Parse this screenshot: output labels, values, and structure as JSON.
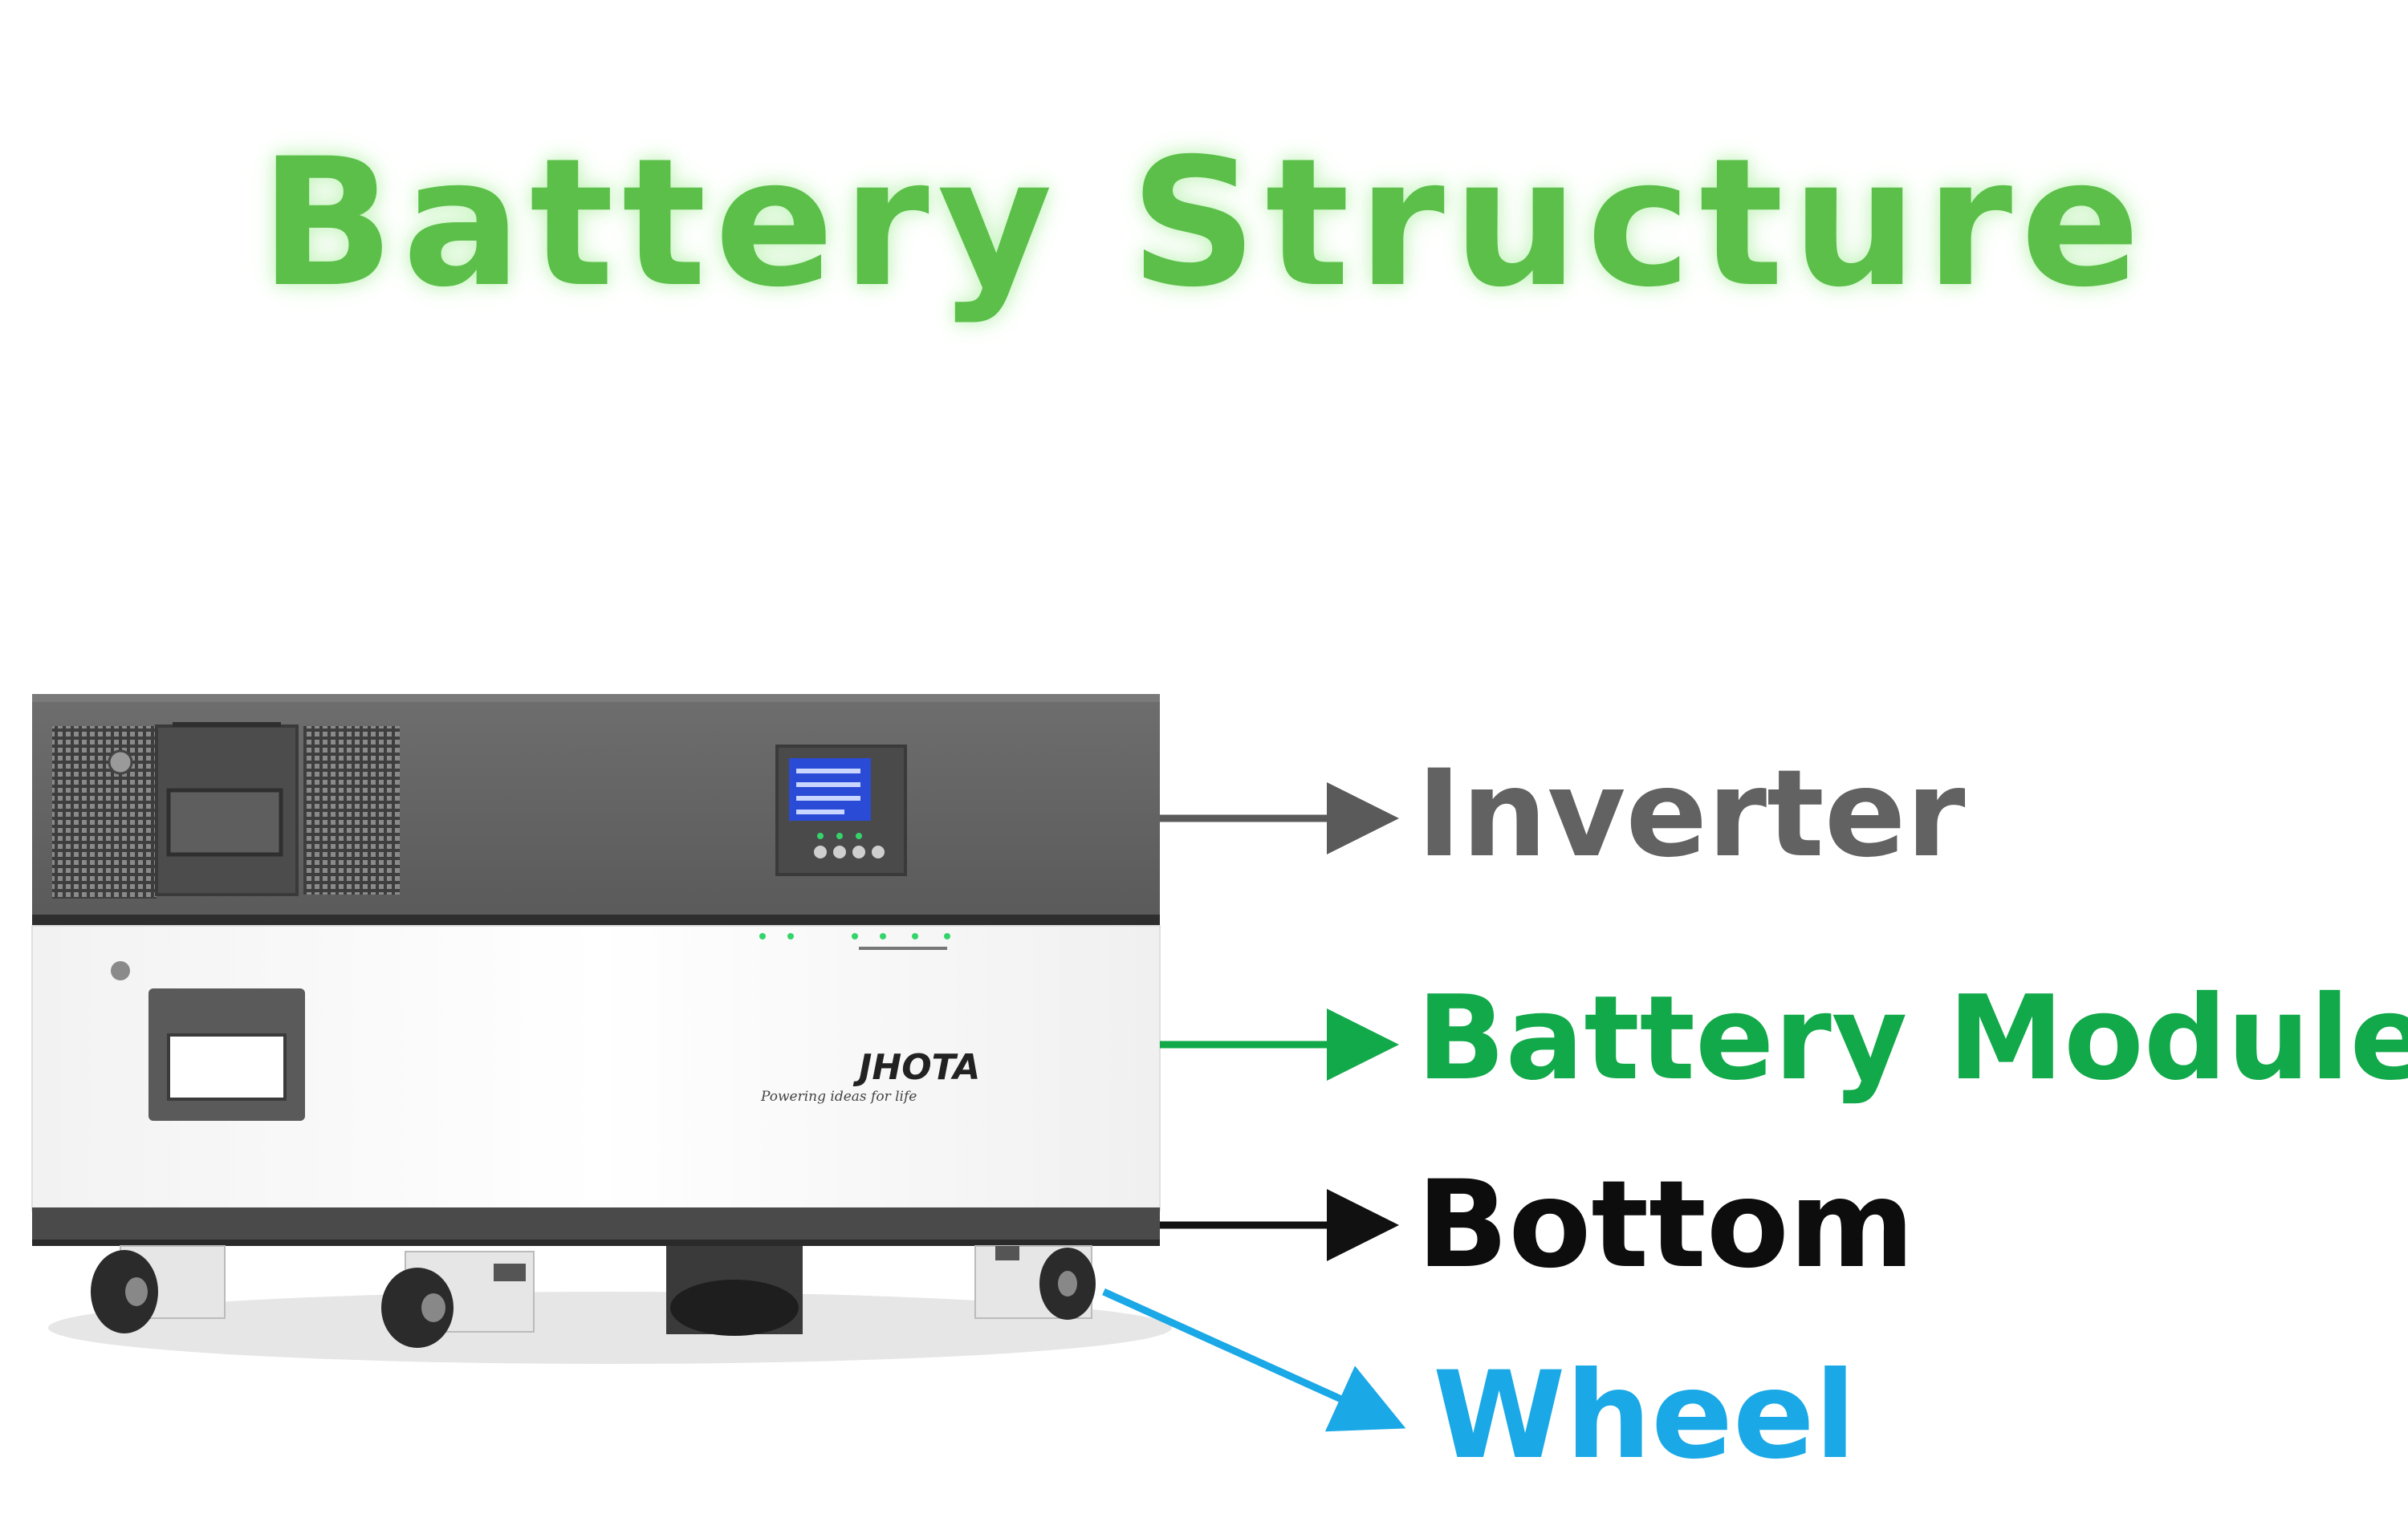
{
  "title": "Battery Structure",
  "labels": {
    "inverter": "Inverter",
    "battery_module": "Battery Module",
    "bottom": "Bottom",
    "wheel": "Wheel"
  },
  "brand": {
    "logo": "JHOTA",
    "tagline": "Powering ideas for life"
  },
  "colors": {
    "title": "#5cbf4a",
    "inverter": "#626262",
    "battery_module": "#12a94a",
    "bottom": "#0d0d0d",
    "wheel": "#1aa8e6",
    "lcd": "#2a4bd6"
  }
}
